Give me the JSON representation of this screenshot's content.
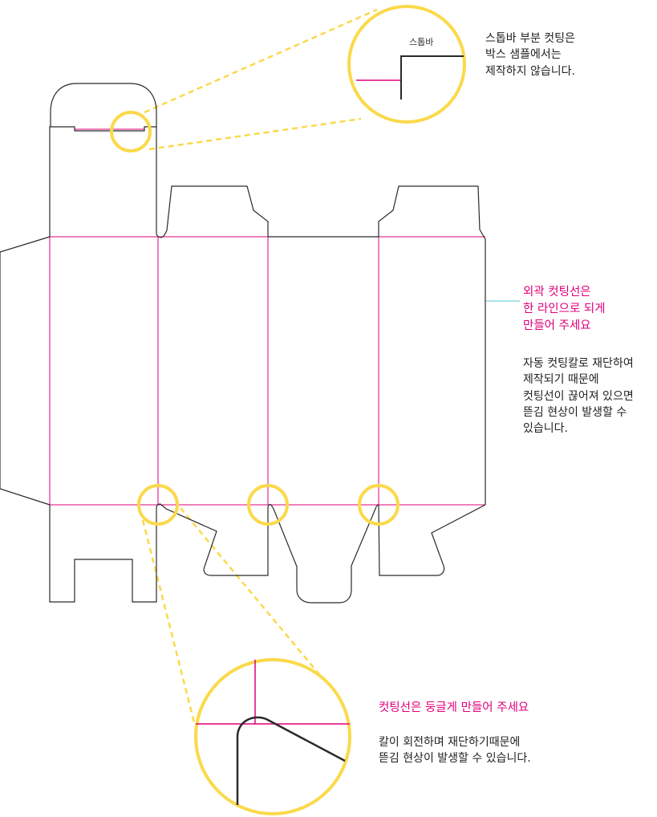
{
  "colors": {
    "cut_line": "#2a2a2a",
    "fold_line": "#e0007a",
    "highlight": "#fbd94a",
    "leader_line": "#5bc8dc",
    "text_dark": "#222222",
    "text_accent": "#e0007a"
  },
  "notes": {
    "stopper": {
      "label": "스톱바",
      "lines": [
        "스톱바 부분 컷팅은",
        "박스 샘플에서는",
        "제작하지 않습니다."
      ]
    },
    "outer_cut": {
      "title_lines": [
        "외곽 컷팅선은",
        "한 라인으로 되게",
        "만들어 주세요"
      ],
      "body_lines": [
        "자동 컷팅칼로 재단하여",
        "제작되기 때문에",
        "컷팅선이 끊어져 있으면",
        "뜯김 현상이 발생할 수",
        "있습니다."
      ]
    },
    "rounded_cut": {
      "title": "컷팅선은 둥글게 만들어 주세요",
      "body_lines": [
        "칼이 회전하며 재단하기때문에",
        "뜯김 현상이 발생할 수 있습니다."
      ]
    }
  }
}
